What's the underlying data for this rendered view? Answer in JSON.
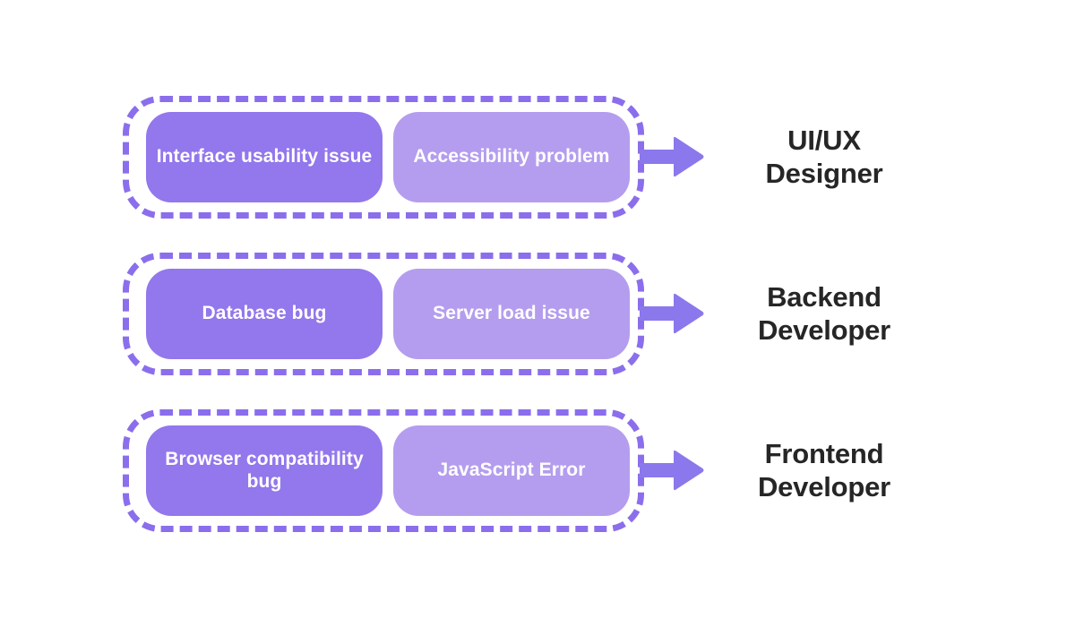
{
  "diagram": {
    "type": "routing-map",
    "title": "",
    "colors": {
      "group_border": "#8b6eec",
      "pill_primary": "#9377ec",
      "pill_secondary": "#b49dee",
      "arrow": "#8b78ec",
      "label_text": "#262626",
      "pill_text": "#ffffff",
      "background": "#ffffff"
    },
    "rows": [
      {
        "id": "uiux",
        "tags": [
          {
            "label": "Interface\nusability issue",
            "style": "primary"
          },
          {
            "label": "Accessibility\nproblem",
            "style": "secondary"
          }
        ],
        "arrow": "arrow-right-icon",
        "role": "UI/UX\nDesigner"
      },
      {
        "id": "backend",
        "tags": [
          {
            "label": "Database\nbug",
            "style": "primary"
          },
          {
            "label": "Server load\nissue",
            "style": "secondary"
          }
        ],
        "arrow": "arrow-right-icon",
        "role": "Backend\nDeveloper"
      },
      {
        "id": "frontend",
        "tags": [
          {
            "label": "Browser\ncompatibility\nbug",
            "style": "primary"
          },
          {
            "label": "JavaScript\nError",
            "style": "secondary"
          }
        ],
        "arrow": "arrow-right-icon",
        "role": "Frontend\nDeveloper"
      }
    ]
  }
}
